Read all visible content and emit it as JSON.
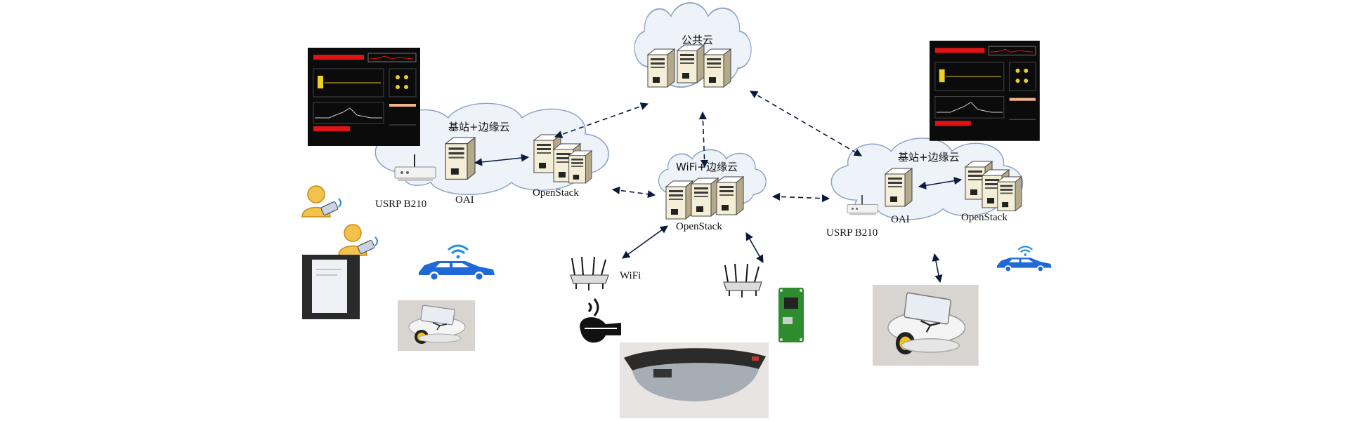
{
  "clouds": {
    "public": {
      "title": "公共云"
    },
    "edge_left": {
      "title": "基站+边缘云",
      "labels": [
        "USRP B210",
        "OAI",
        "OpenStack"
      ]
    },
    "wifi_edge": {
      "title": "WiFi+边缘云",
      "labels": [
        "OpenStack"
      ]
    },
    "edge_right": {
      "title": "基站+边缘云",
      "labels": [
        "USRP B210",
        "OAI",
        "OpenStack"
      ]
    }
  },
  "devices": {
    "wifi_ap_label": "WiFi"
  },
  "colors": {
    "cloud_fill": "#eef2f9",
    "cloud_stroke": "#8fa3c6",
    "server_body": "#f4eed6",
    "server_shadow": "#b4a98a",
    "arrow": "#0a1a3a",
    "monitor_bg": "#0b0b0b",
    "monitor_red": "#e01414",
    "car": "#1f6ad6",
    "wifi_wave": "#1f8fe0",
    "robot_wheel": "#f0c21c"
  },
  "icons": [
    "server-icon",
    "usrp-icon",
    "wifi-router-icon",
    "user-phone-icon",
    "car-icon",
    "robot-car-icon",
    "smartphone-icon",
    "vr-headset-icon",
    "ar-glasses-icon",
    "raspberry-pi-icon",
    "monitor-screen-icon"
  ]
}
